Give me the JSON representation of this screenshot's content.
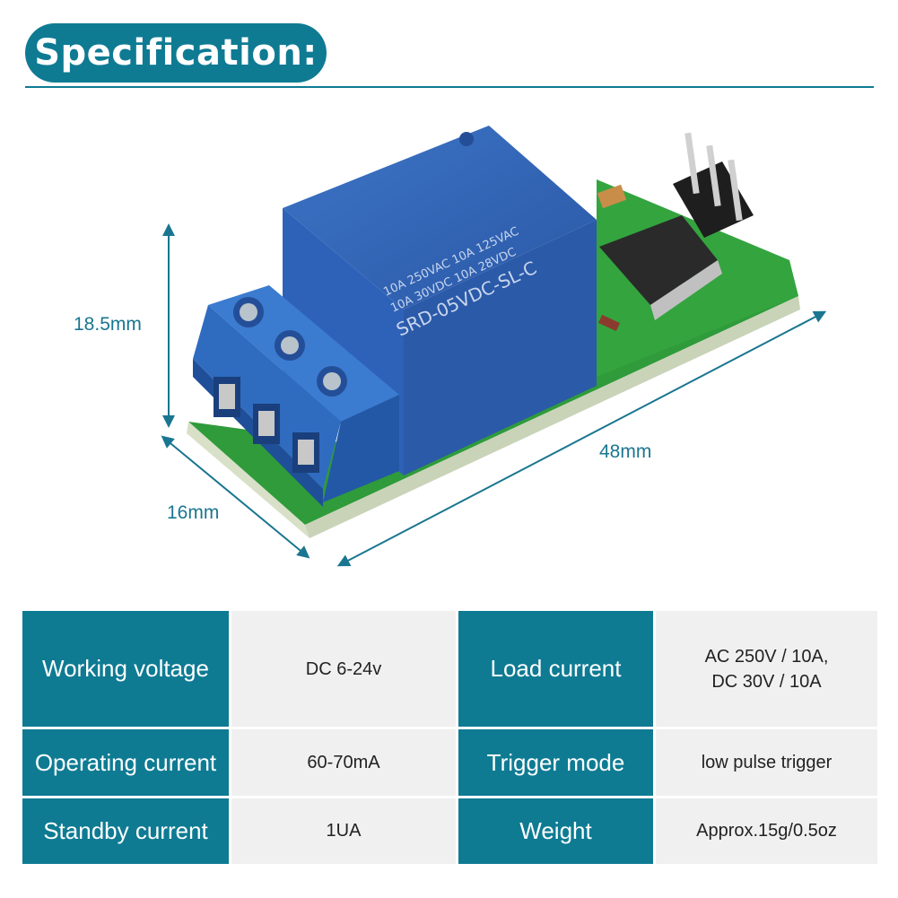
{
  "header": {
    "title": "Specification:"
  },
  "dimensions": {
    "height_label": "18.5mm",
    "width_label": "16mm",
    "length_label": "48mm"
  },
  "relay_print": {
    "line1": "10A 250VAC 10A 125VAC",
    "line2": "10A 30VDC 10A 28VDC",
    "line3": "SRD-05VDC-SL-C"
  },
  "specs": {
    "rows": [
      {
        "k1": "Working voltage",
        "v1": [
          "DC 6-24v"
        ],
        "k2": "Load current",
        "v2": [
          "AC 250V / 10A,",
          "DC 30V / 10A"
        ]
      },
      {
        "k1": "Operating current",
        "v1": [
          "60-70mA"
        ],
        "k2": "Trigger mode",
        "v2": [
          "low pulse trigger"
        ]
      },
      {
        "k1": "Standby current",
        "v1": [
          "1UA"
        ],
        "k2": "Weight",
        "v2": [
          "Approx.15g/0.5oz"
        ]
      }
    ]
  },
  "colors": {
    "accent": "#0e7b93",
    "relay_blue": "#2f63b4",
    "pcb_green": "#2f9b3a",
    "cell_bg": "#f0f0f0"
  }
}
